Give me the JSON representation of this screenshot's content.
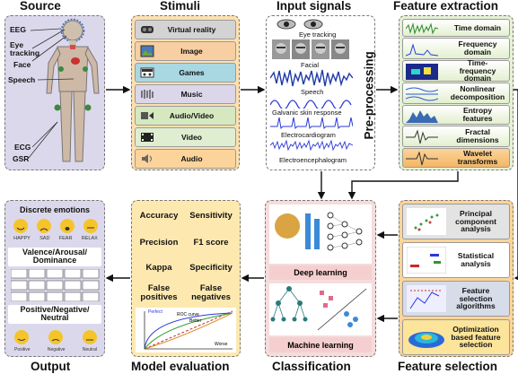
{
  "titles": {
    "source": "Source",
    "stimuli": "Stimuli",
    "input": "Input signals",
    "feature_extraction": "Feature extraction",
    "output": "Output",
    "model_eval": "Model evaluation",
    "classification": "Classification",
    "feature_selection": "Feature selection"
  },
  "source": {
    "labels": [
      "EEG",
      "Eye tracking",
      "Face",
      "Speech",
      "ECG",
      "GSR"
    ]
  },
  "stimuli": {
    "items": [
      {
        "label": "Virtual reality",
        "color": "#d3d3d3",
        "icon": "vr-headset-icon"
      },
      {
        "label": "Image",
        "color": "#f8cfa2",
        "icon": "image-icon"
      },
      {
        "label": "Games",
        "color": "#a9d8e3",
        "icon": "gamepad-icon"
      },
      {
        "label": "Music",
        "color": "#dcd6ea",
        "icon": "music-icon"
      },
      {
        "label": "Audio/Video",
        "color": "#d5e8c0",
        "icon": "audio-video-icon"
      },
      {
        "label": "Video",
        "color": "#dfeed0",
        "icon": "video-icon"
      },
      {
        "label": "Audio",
        "color": "#fbd39b",
        "icon": "speaker-icon"
      }
    ]
  },
  "input_signals": {
    "labels": [
      "Eye tracking",
      "Facial",
      "Speech",
      "Galvanic skin response",
      "Electrocardiogram",
      "Electroencephalogram"
    ],
    "preprocessing": "Pre-processing"
  },
  "feature_extraction": {
    "items": [
      "Time domain",
      "Frequency domain",
      "Time-frequency domain",
      "Nonlinear decomposition",
      "Entropy features",
      "Fractal dimensions",
      "Wavelet transforms"
    ],
    "icons": [
      "time-plot-icon",
      "frequency-plot-icon",
      "spectrogram-icon",
      "decomposition-icon",
      "entropy-icon",
      "fractal-icon",
      "wavelet-icon"
    ]
  },
  "feature_selection": {
    "items": [
      "Principal component analysis",
      "Statistical analysis",
      "Feature selection algorithms",
      "Optimization based feature selection"
    ]
  },
  "classification": {
    "deep": "Deep learning",
    "machine": "Machine learning"
  },
  "model_evaluation": {
    "metrics": [
      "Accuracy",
      "Sensitivity",
      "Precision",
      "F1 score",
      "Kappa",
      "Specificity",
      "False positives",
      "False negatives"
    ],
    "roc": {
      "title": "ROC curve",
      "perfect": "Perfect",
      "better": "Better",
      "worse": "Worse"
    }
  },
  "output": {
    "discrete_header": "Discrete emotions",
    "emotions": [
      "HAPPY",
      "SAD",
      "FEAR",
      "RELAX"
    ],
    "vad_header": "Valence/Arousal/ Dominance",
    "pnn_header": "Positive/Negative/ Neutral",
    "pnn_labels": [
      "Positive",
      "Negative",
      "Neutral"
    ]
  },
  "colors": {
    "source_bg": "#dcd8ec",
    "stimuli_bg": "#fde0b0",
    "feature_extraction_bg": "#e5f1d5",
    "feature_selection_bg": "#fbd49a",
    "classification_bg": "#f5dcdc",
    "output_bg": "#dcd8ec",
    "model_eval_bg": "#fde9b0"
  }
}
